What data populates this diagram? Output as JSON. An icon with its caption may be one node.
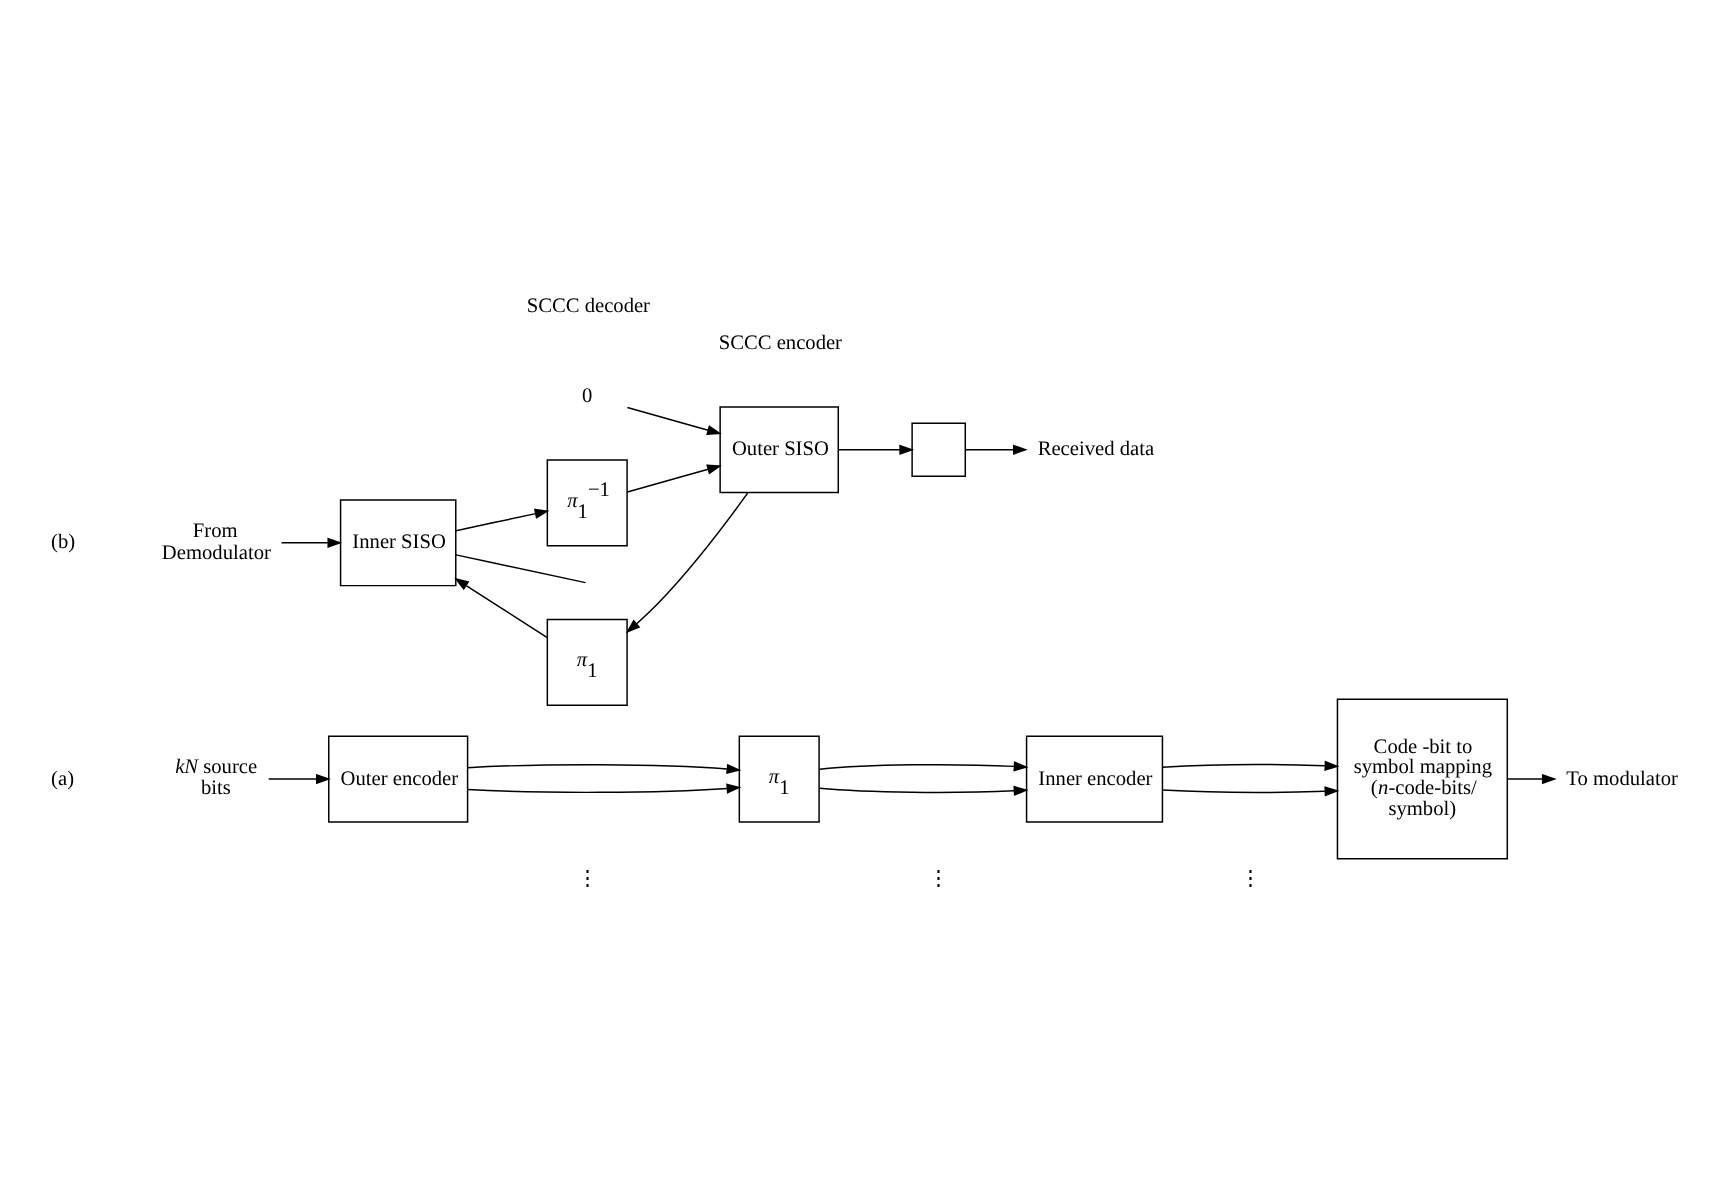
{
  "diagram": {
    "nodes": [
      {
        "text": [
          "*kN* source bits"
        ]
      },
      {
        "text": [
          "Outer encoder"
        ]
      },
      {
        "text": [
          "*π*$_{1}$"
        ]
      },
      {
        "text": [
          "Inner encoder"
        ]
      },
      {
        "text": [
          "Code -bit to symbol mapping (*n*-code-bits/ symbol)"
        ]
      },
      {
        "text": [
          "To modulator"
        ]
      },
      {
        "text": [
          "From Demodulator"
        ]
      },
      {
        "text": [
          "Inner SISO"
        ]
      },
      {
        "text": [
          "*π*$_{1}$$^{−1}$"
        ]
      },
      {
        "text": [
          "Outer SISO"
        ]
      },
      {
        "text": [],
        "shape": "box"
      },
      {
        "text": [
          "Received data"
        ]
      },
      {
        "text": [
          "*π*$_{1}$"
        ]
      },
      {
        "text": [
          "0"
        ]
      }
    ],
    "edges": [
      {
        "from": 0,
        "to": 1,
        "arrow": "to"
      },
      {
        "from": 1,
        "to": 2,
        "arrow": "to"
      },
      {
        "from": 1,
        "to": 2,
        "arrow": "to"
      },
      {
        "from": 2,
        "to": 3,
        "arrow": "to"
      },
      {
        "from": 2,
        "to": 3,
        "arrow": "to"
      },
      {
        "from": 3,
        "to": 4,
        "arrow": "to"
      },
      {
        "from": 3,
        "to": 4,
        "arrow": "to"
      },
      {
        "from": 4,
        "to": 5,
        "arrow": "to"
      },
      {
        "from": 6,
        "to": 7,
        "arrow": "to"
      },
      {
        "from": 12,
        "to": 7,
        "arrow": "to"
      },
      {
        "from": 7,
        "to": null,
        "arrow": "none"
      },
      {
        "from": 7,
        "to": 8,
        "arrow": "to"
      },
      {
        "from": 8,
        "to": 9,
        "arrow": "to"
      },
      {
        "from": 13,
        "to": 9,
        "arrow": "to"
      },
      {
        "from": 9,
        "to": 10,
        "arrow": "to"
      },
      {
        "from": 10,
        "to": 11,
        "arrow": "to"
      },
      {
        "from": 9,
        "to": 12,
        "arrow": "to"
      }
    ],
    "labels": [
      "(a)",
      "⋮",
      "⋮",
      "⋮",
      "SCCC encoder",
      "(b)",
      "SCCC decoder"
    ]
  }
}
